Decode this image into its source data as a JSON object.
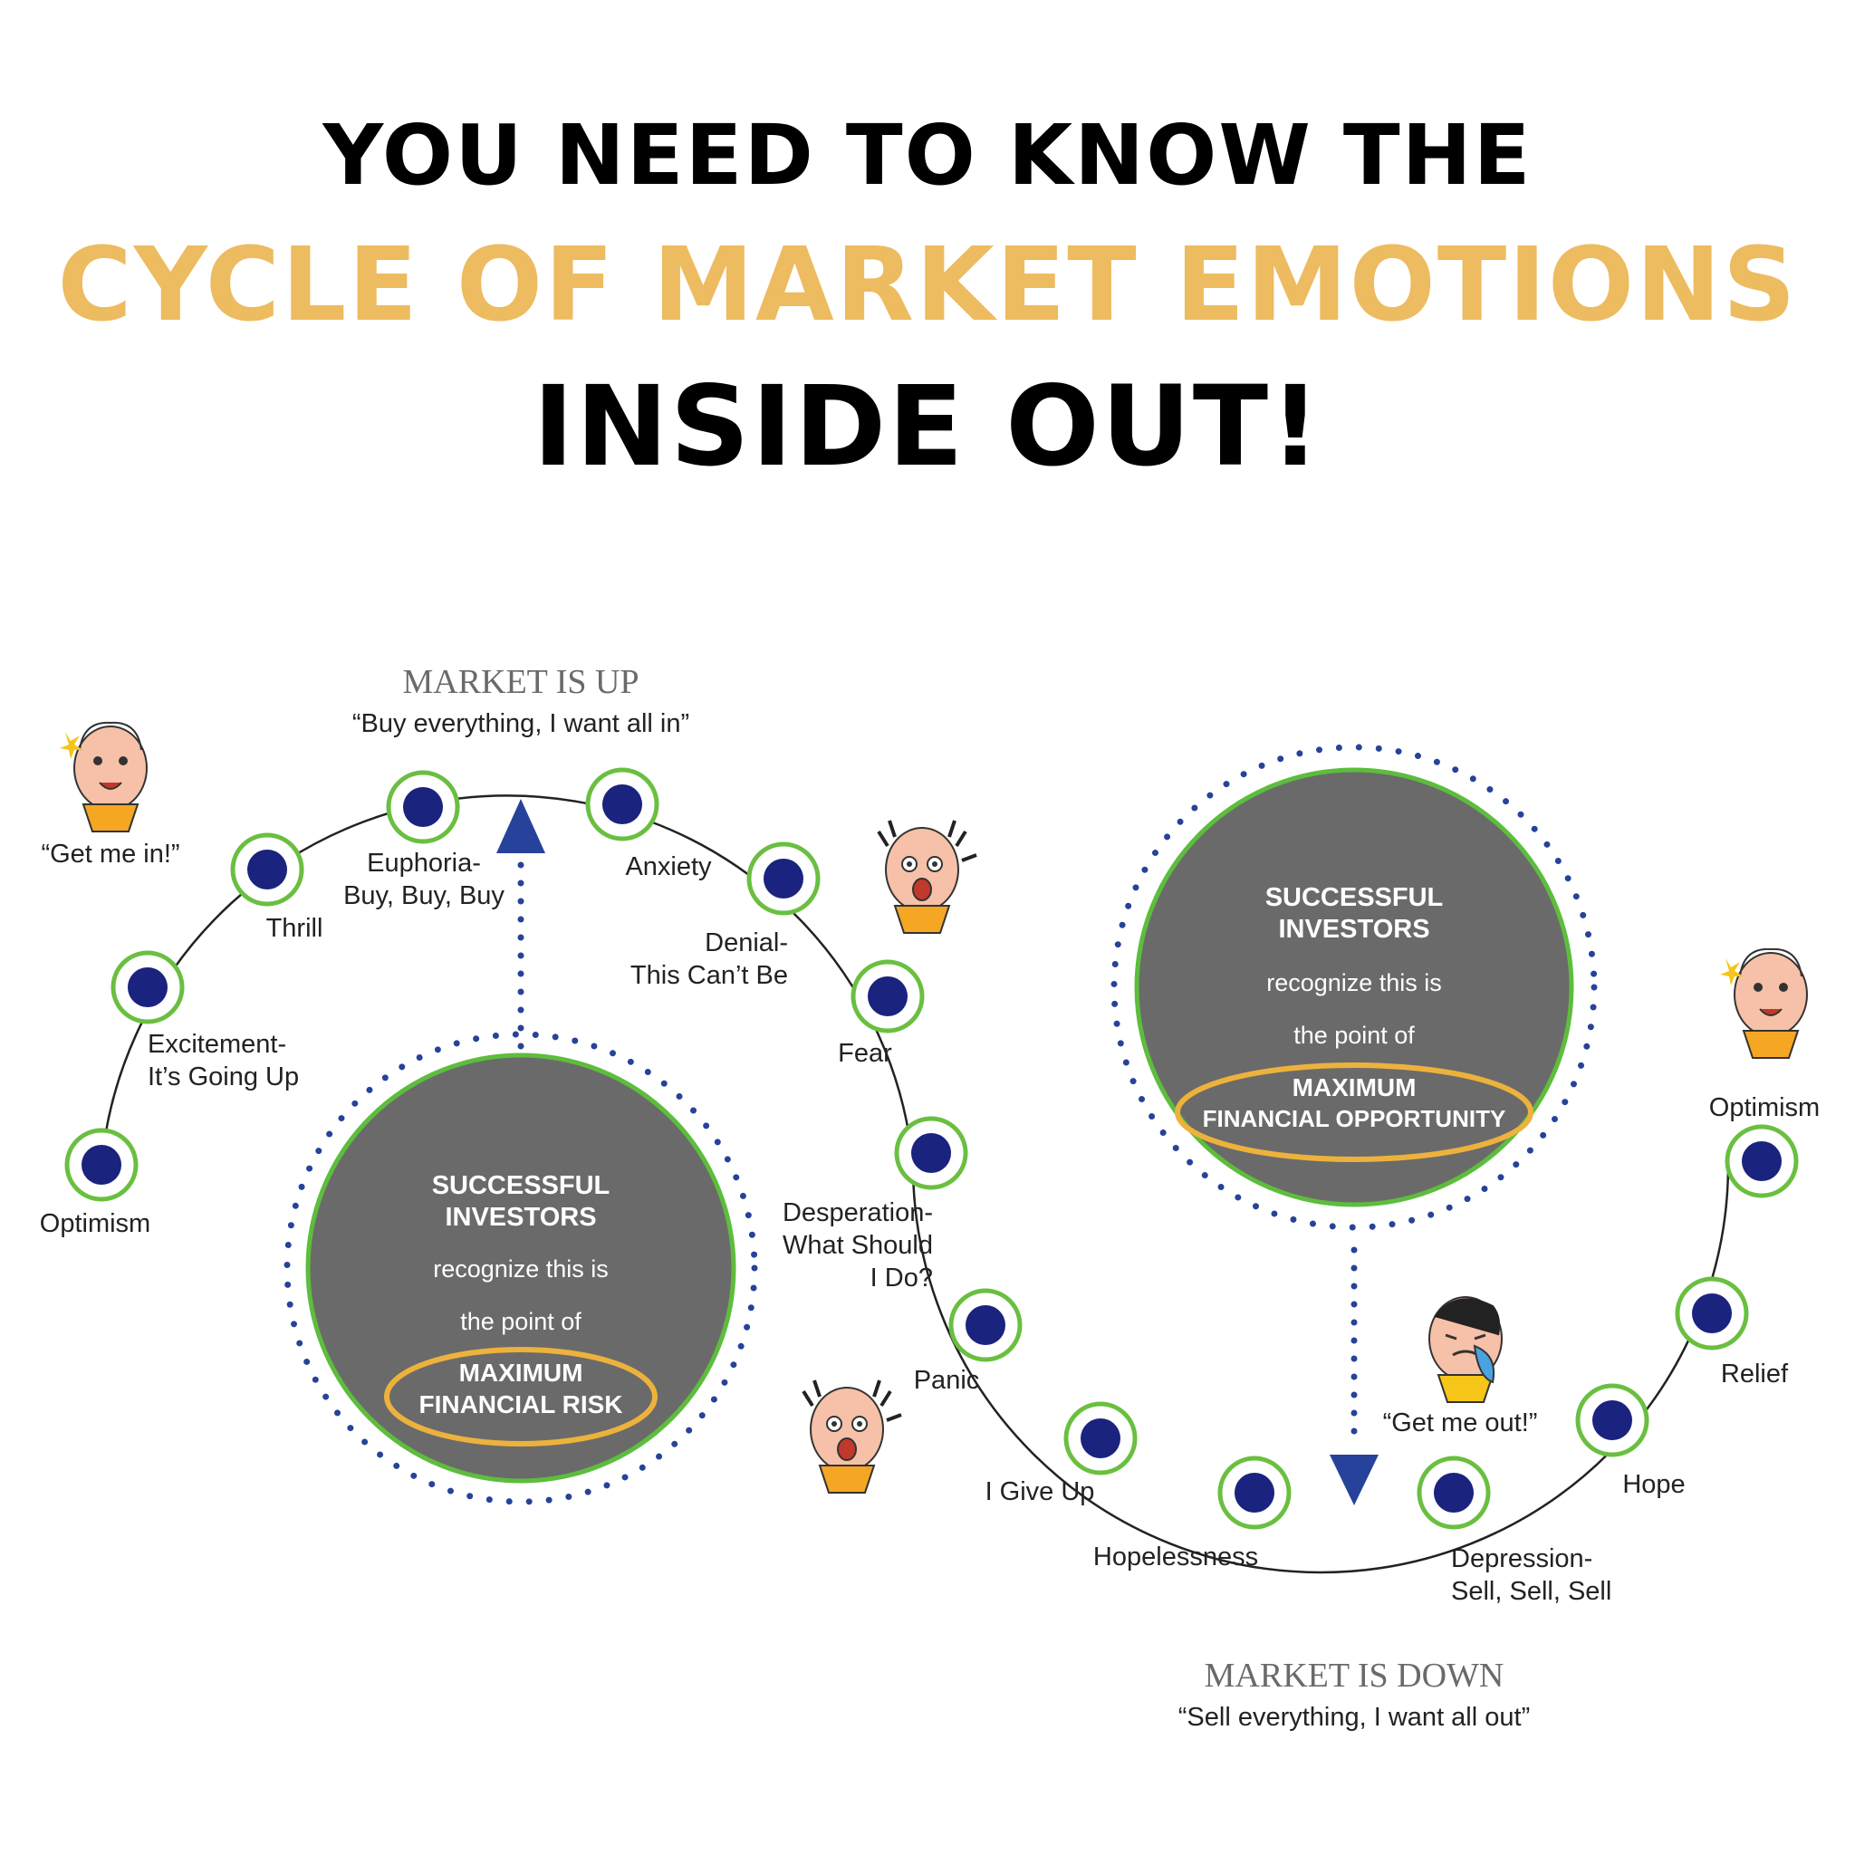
{
  "headline": {
    "line1": "YOU NEED TO KNOW THE",
    "line2": "CYCLE OF MARKET EMOTIONS",
    "line3": "INSIDE OUT!"
  },
  "colors": {
    "accent_gold": "#edbb60",
    "node_fill": "#1a237e",
    "node_ring": "#6abf40",
    "info_circle": "#6a6a6a",
    "arrow_blue": "#27429a"
  },
  "market_up": {
    "title": "MARKET IS UP",
    "quote": "“Buy everything, I want all in”"
  },
  "market_down": {
    "title": "MARKET IS DOWN",
    "quote": "“Sell everything, I want all out”"
  },
  "stages": {
    "optimism_start": "Optimism",
    "excitement_1": "Excitement-",
    "excitement_2": "It’s Going Up",
    "thrill": "Thrill",
    "euphoria_1": "Euphoria-",
    "euphoria_2": "Buy, Buy, Buy",
    "anxiety": "Anxiety",
    "denial_1": "Denial-",
    "denial_2": "This Can’t Be",
    "fear": "Fear",
    "desperation_1": "Desperation-",
    "desperation_2": "What Should",
    "desperation_3": "I Do?",
    "panic": "Panic",
    "give_up": "I Give Up",
    "hopelessness": "Hopelessness",
    "depression_1": "Depression-",
    "depression_2": "Sell, Sell, Sell",
    "hope": "Hope",
    "relief": "Relief",
    "optimism_end": "Optimism"
  },
  "quotes": {
    "get_me_in": "“Get me in!”",
    "get_me_out": "“Get me out!”"
  },
  "risk_circle": {
    "line1": "SUCCESSFUL",
    "line2": "INVESTORS",
    "line3": "recognize this is",
    "line4": "the point of",
    "line5": "MAXIMUM",
    "line6": "FINANCIAL RISK"
  },
  "opportunity_circle": {
    "line1": "SUCCESSFUL",
    "line2": "INVESTORS",
    "line3": "recognize this is",
    "line4": "the point of",
    "line5": "MAXIMUM",
    "line6": "FINANCIAL OPPORTUNITY"
  }
}
